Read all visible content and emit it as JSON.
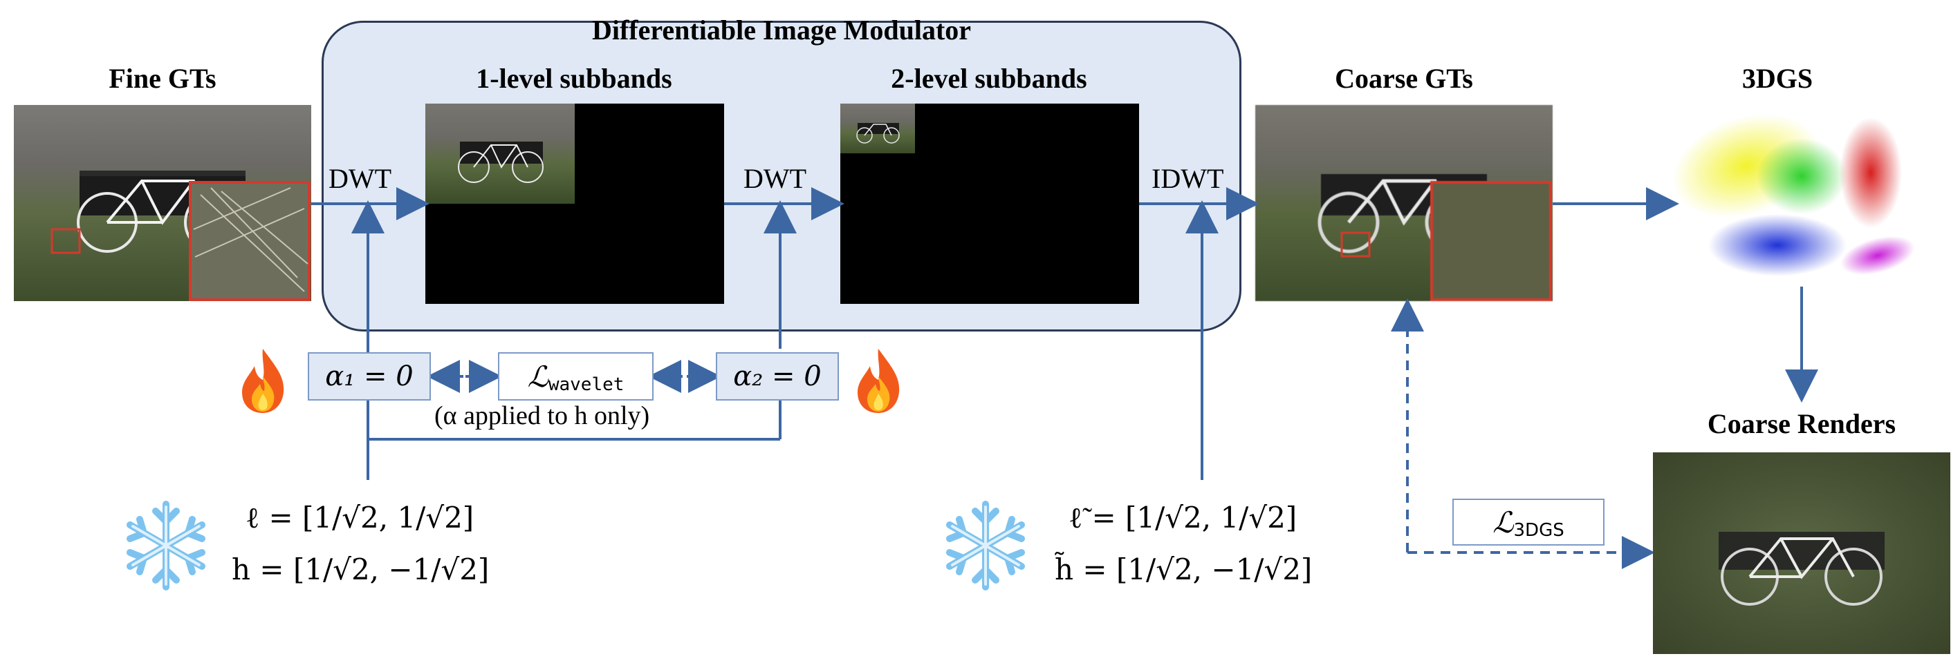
{
  "module_title": "Differentiable Image Modulator",
  "stages": {
    "fine_gts": "Fine GTs",
    "level1": "1-level subbands",
    "level2": "2-level subbands",
    "coarse_gts": "Coarse GTs",
    "gs": "3DGS",
    "coarse_renders": "Coarse Renders"
  },
  "ops": {
    "dwt1": "DWT",
    "dwt2": "DWT",
    "idwt": "IDWT"
  },
  "params": {
    "alpha1": "α₁ = 0",
    "alpha2": "α₂ = 0",
    "wavelet_loss": "ℒ",
    "wavelet_loss_sub": "wavelet",
    "note": "(α applied to h only)",
    "gs_loss": "ℒ",
    "gs_loss_sub": "3DGS"
  },
  "filters": {
    "forward_l": "ℓ = [1/√2, 1/√2]",
    "forward_h": "h = [1/√2, −1/√2]",
    "inverse_l": "ℓ̃ = [1/√2, 1/√2]",
    "inverse_h": "h̃ = [1/√2, −1/√2]"
  },
  "icons": {
    "trainable": "fire-icon",
    "frozen": "snowflake-icon"
  },
  "colors": {
    "module_fill": "#dfe8f4",
    "line": "#3d67a3",
    "box_border": "#7d9ac7",
    "crop_border": "#d33a2c"
  }
}
